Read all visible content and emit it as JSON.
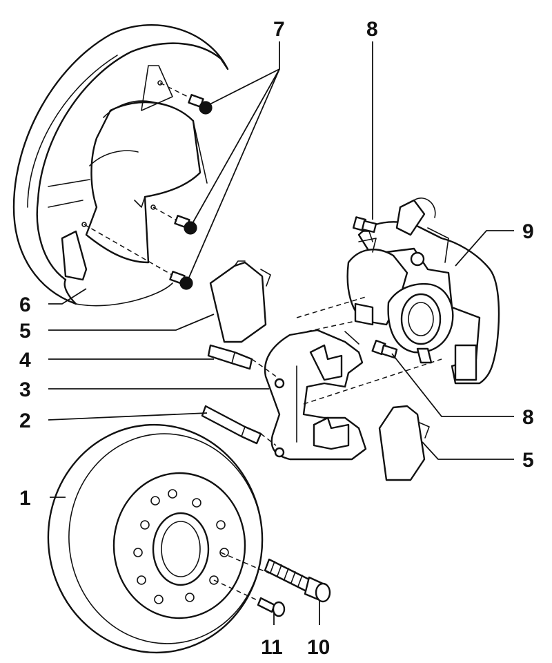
{
  "diagram": {
    "callouts": [
      {
        "id": "1",
        "text": "1"
      },
      {
        "id": "2",
        "text": "2"
      },
      {
        "id": "3",
        "text": "3"
      },
      {
        "id": "4",
        "text": "4"
      },
      {
        "id": "5a",
        "text": "5"
      },
      {
        "id": "5b",
        "text": "5"
      },
      {
        "id": "6",
        "text": "6"
      },
      {
        "id": "7",
        "text": "7"
      },
      {
        "id": "8a",
        "text": "8"
      },
      {
        "id": "8b",
        "text": "8"
      },
      {
        "id": "9",
        "text": "9"
      },
      {
        "id": "10",
        "text": "10"
      },
      {
        "id": "11",
        "text": "11"
      }
    ]
  }
}
